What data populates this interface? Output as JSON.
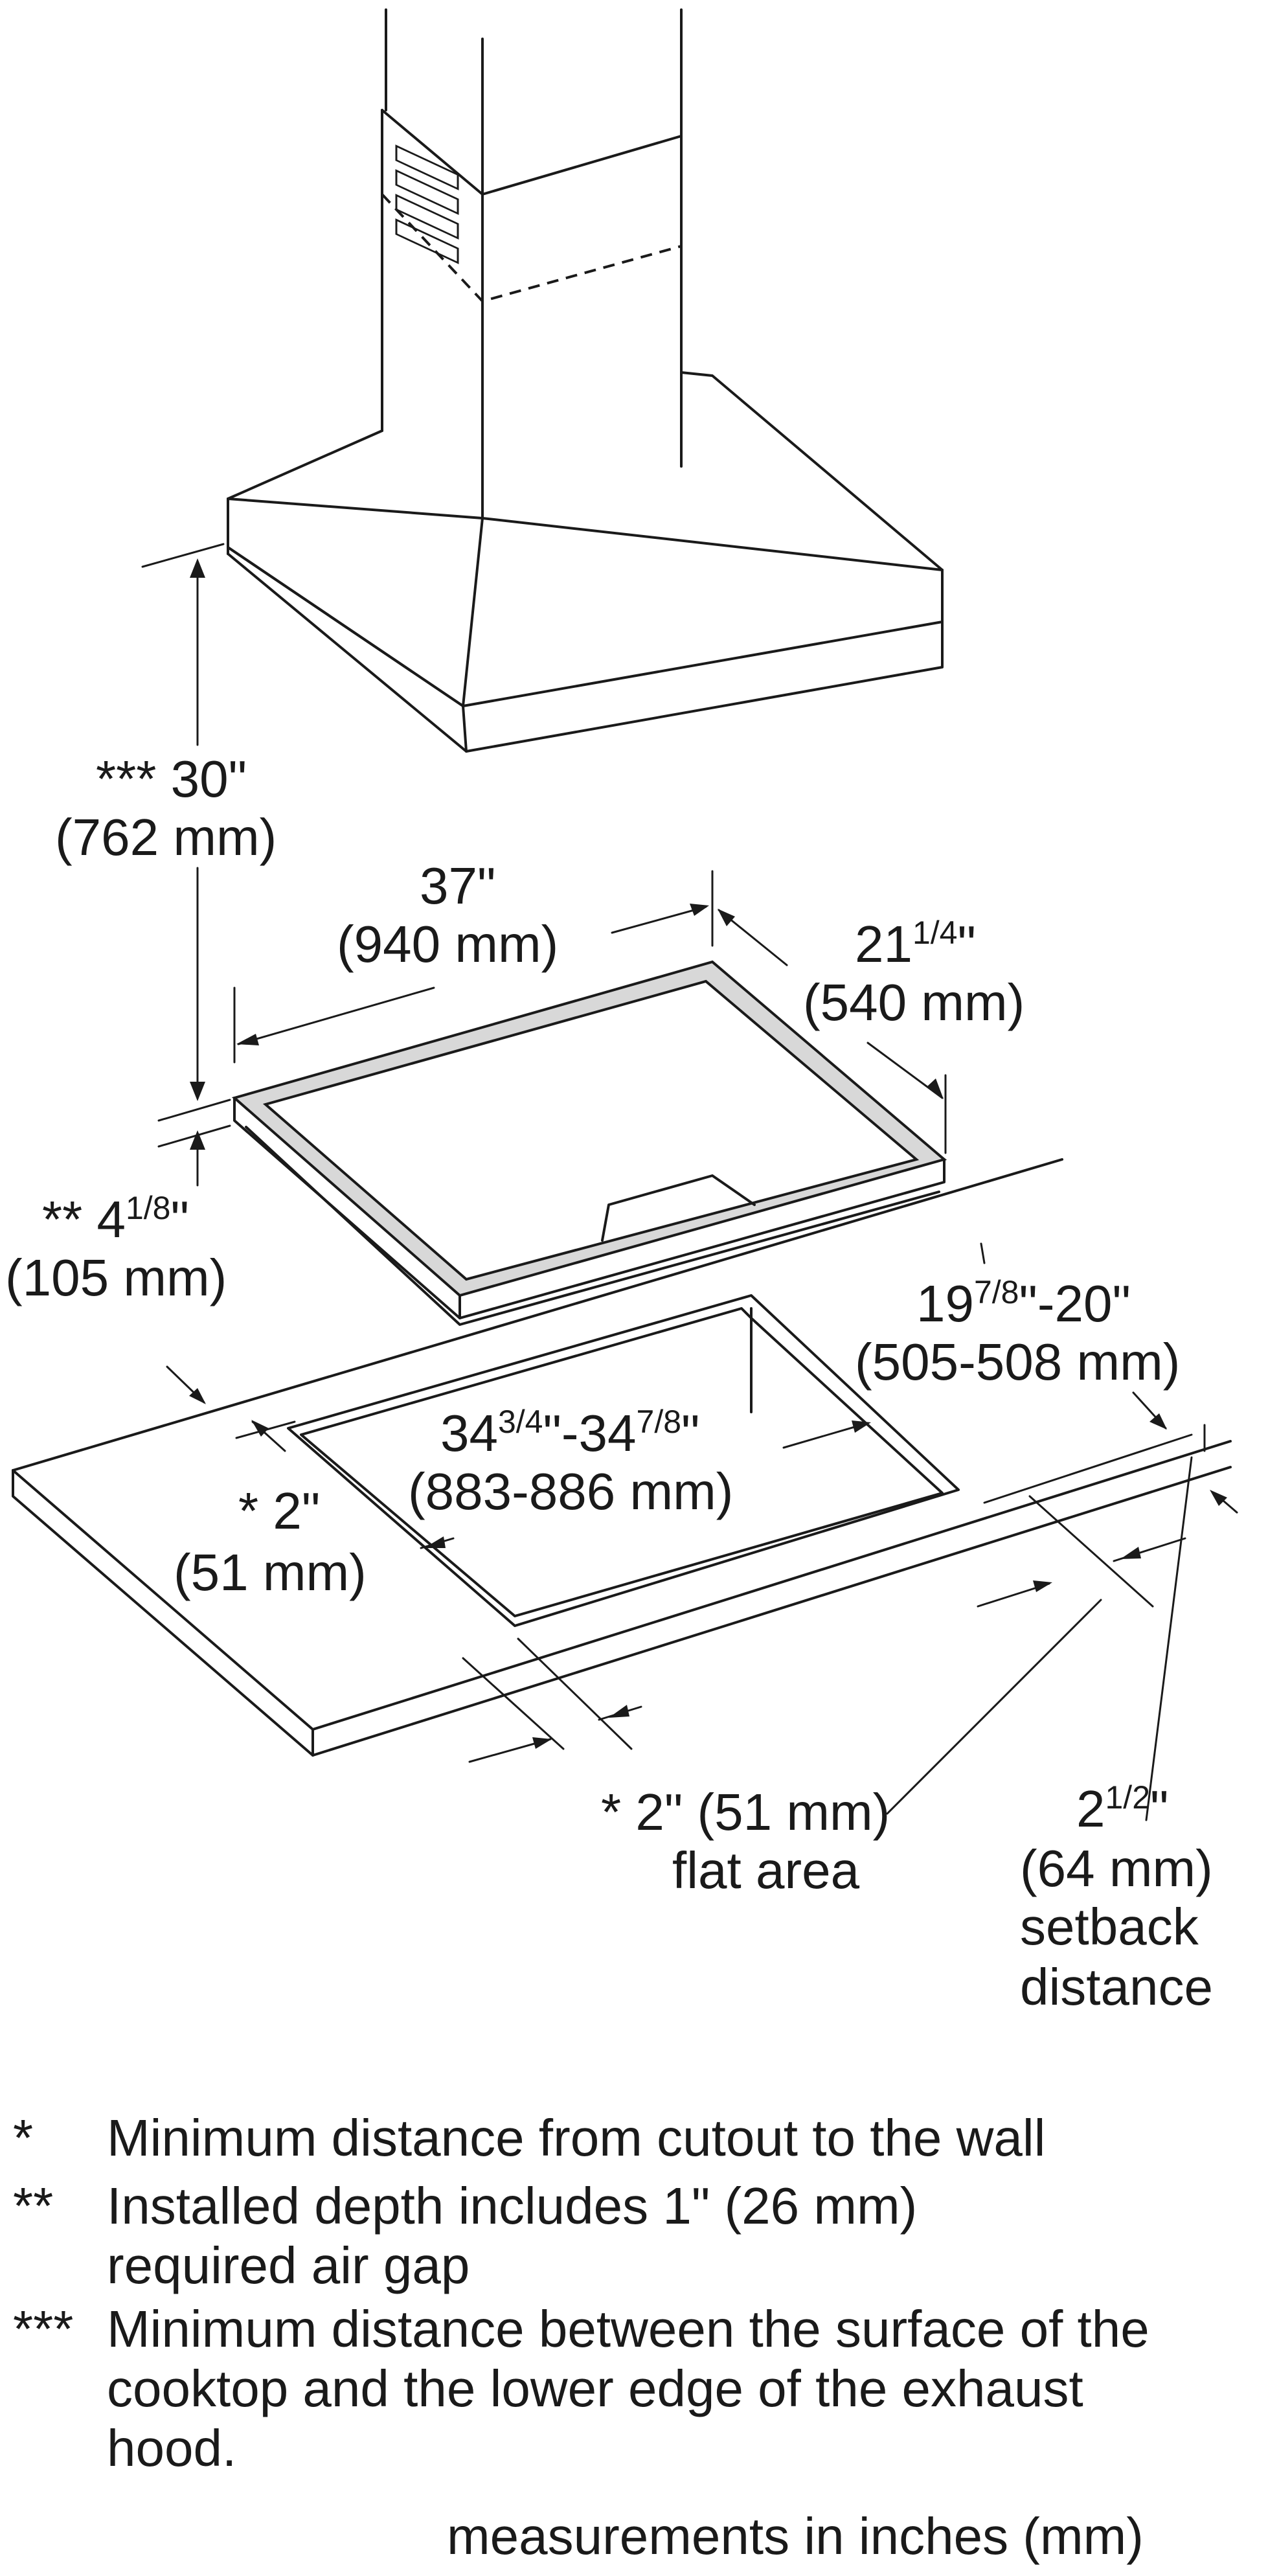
{
  "dimensions": {
    "hood_height": {
      "value": "*** 30\"",
      "metric": "(762 mm)"
    },
    "cooktop_width": {
      "value": "37\"",
      "metric": "(940 mm)"
    },
    "cooktop_depth": {
      "main": "21",
      "frac": "1/4",
      "suffix": "\"",
      "metric": "(540 mm)"
    },
    "installed_depth": {
      "prefix": "** 4",
      "frac": "1/8",
      "suffix": "\"",
      "metric": "(105 mm)"
    },
    "cutout_depth": {
      "main": "19",
      "frac": "7/8",
      "suffix": "\"-20\"",
      "metric": "(505-508 mm)"
    },
    "cutout_width": {
      "a": "34",
      "afrac": "3/4",
      "mid": "\"-34",
      "bfrac": "7/8",
      "suffix": "\"",
      "metric": "(883-886 mm)"
    },
    "side_clearance": {
      "value": "* 2\"",
      "metric": "(51 mm)"
    },
    "flat_area": {
      "value": "* 2\" (51 mm)",
      "label": "flat area"
    },
    "setback": {
      "main": "2",
      "frac": "1/2",
      "suffix": "\"",
      "metric": "(64 mm)",
      "label1": "setback",
      "label2": "distance"
    }
  },
  "notes": [
    {
      "marker": "*",
      "text": "Minimum distance from cutout to the wall"
    },
    {
      "marker": "**",
      "text": "Installed depth includes 1\" (26 mm) required air gap"
    },
    {
      "marker": "***",
      "text": "Minimum distance between the surface of the cooktop and the lower edge of the exhaust hood."
    }
  ],
  "units_caption": "measurements in inches (mm)"
}
